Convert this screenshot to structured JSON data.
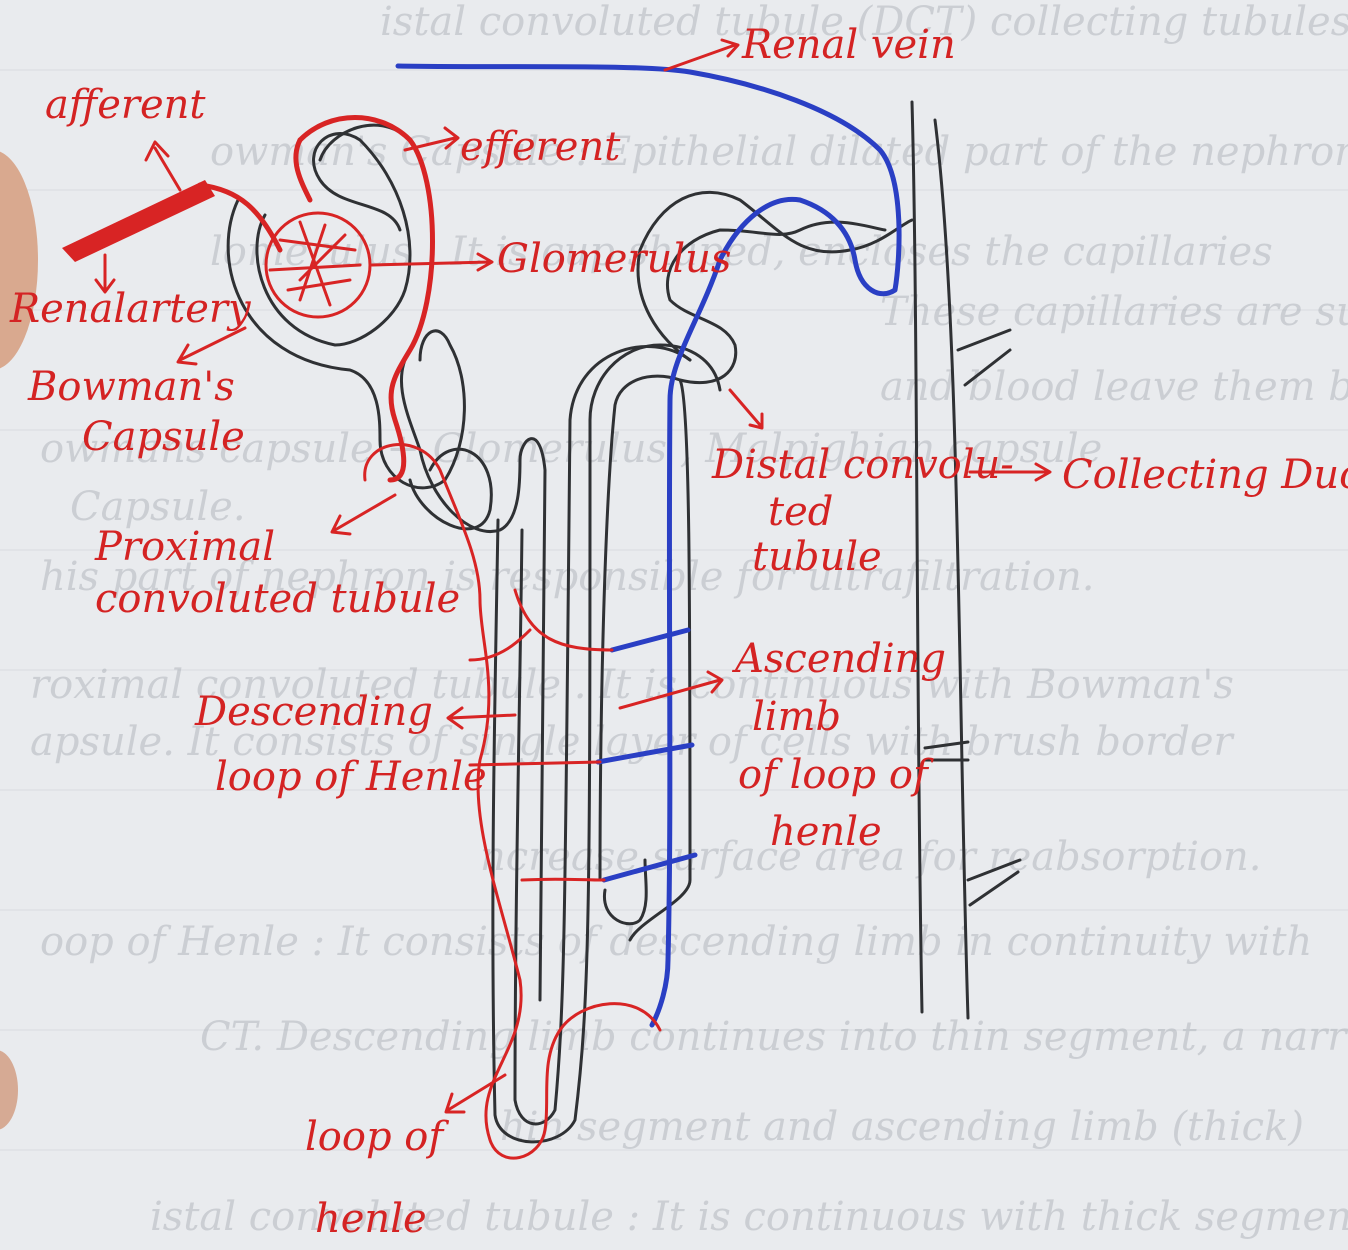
{
  "diagram": {
    "ink_colors": {
      "artery": "#d82424",
      "vein": "#2a3fc4",
      "tubule": "#2f3134",
      "paper": "#e9ebee"
    },
    "labels": {
      "afferent": "afferent",
      "efferent": "efferent",
      "renal_vein": "Renal vein",
      "glomerulus": "Glomerulus",
      "renal_artery": "Renalartery",
      "bowmans_capsule_line1": "Bowman's",
      "bowmans_capsule_line2": "Capsule",
      "distal_line1": "Distal convolu-",
      "distal_line2": "ted",
      "distal_line3": "tubule",
      "collecting_duct": "Collecting Duct",
      "proximal_line1": "Proximal",
      "proximal_line2": "convoluted tubule",
      "ascending_line1": "Ascending",
      "ascending_line2": "limb",
      "ascending_line3": "of loop of",
      "ascending_line4": "henle",
      "descending_line1": "Descending",
      "descending_line2": "loop of Henle",
      "loop_line1": "loop of",
      "loop_line2": "henle"
    },
    "background_notes": [
      "istal convoluted tubule (DCT) collecting tubules.",
      "owman's Capsule : Epithelial dilated part of the nephron.",
      "lomerulus . It is cup shaped, encloses the capillaries",
      "These capillaries are supplied by afferent arteriole",
      "and blood leave them by efferent arteriole.",
      "owmans capsule + Glomerulus , Malpighian capsule",
      "Capsule.",
      "his part of nephron is responsible for ultrafiltration.",
      "roximal convoluted tubule . It is continuous with Bowman's",
      "apsule. It consists of single layer of cells with brush border",
      "ncrease surface area for reabsorption.",
      "oop of Henle : It consists of descending limb in continuity with",
      "CT. Descending limb continues into thin segment, a narrow",
      "hin segment and ascending limb (thick)",
      "istal convoluted tubule : It is continuous with thick segment."
    ]
  }
}
